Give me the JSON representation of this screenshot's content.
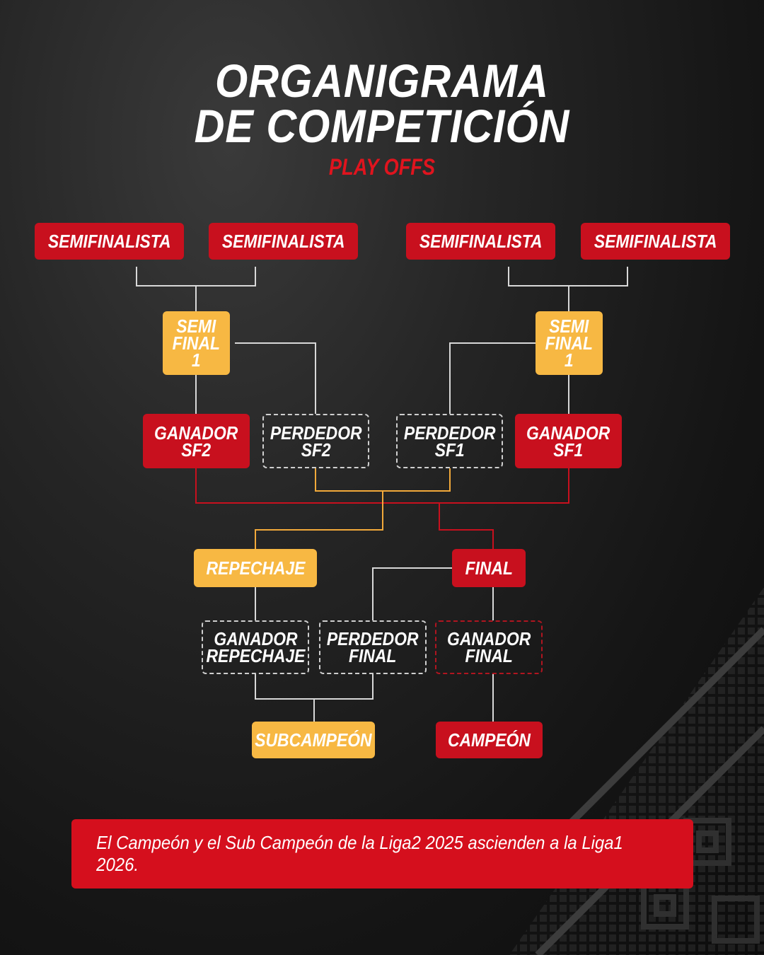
{
  "header": {
    "title_line1": "ORGANIGRAMA",
    "title_line2": "DE COMPETICIÓN",
    "subtitle": "PLAY OFFS"
  },
  "bracket": {
    "semifinalista_1": "SEMIFINALISTA",
    "semifinalista_2": "SEMIFINALISTA",
    "semifinalista_3": "SEMIFINALISTA",
    "semifinalista_4": "SEMIFINALISTA",
    "semifinal_left": "SEMI\nFINAL\n1",
    "semifinal_right": "SEMI\nFINAL\n1",
    "ganador_sf2": "GANADOR\nSF2",
    "perdedor_sf2": "PERDEDOR\nSF2",
    "perdedor_sf1": "PERDEDOR\nSF1",
    "ganador_sf1": "GANADOR\nSF1",
    "repechaje": "REPECHAJE",
    "final": "FINAL",
    "ganador_repechaje": "GANADOR\nREPECHAJE",
    "perdedor_final": "PERDEDOR\nFINAL",
    "ganador_final": "GANADOR\nFINAL",
    "subcampeon": "SUBCAMPEÓN",
    "campeon": "CAMPEÓN"
  },
  "footer": {
    "note": "El Campeón y el Sub Campeón de la Liga2 2025 ascienden a la Liga1 2026."
  },
  "colors": {
    "red": "#c8101e",
    "yellow": "#f7b843",
    "banner_red": "#d50f1d",
    "background": "#151515"
  }
}
